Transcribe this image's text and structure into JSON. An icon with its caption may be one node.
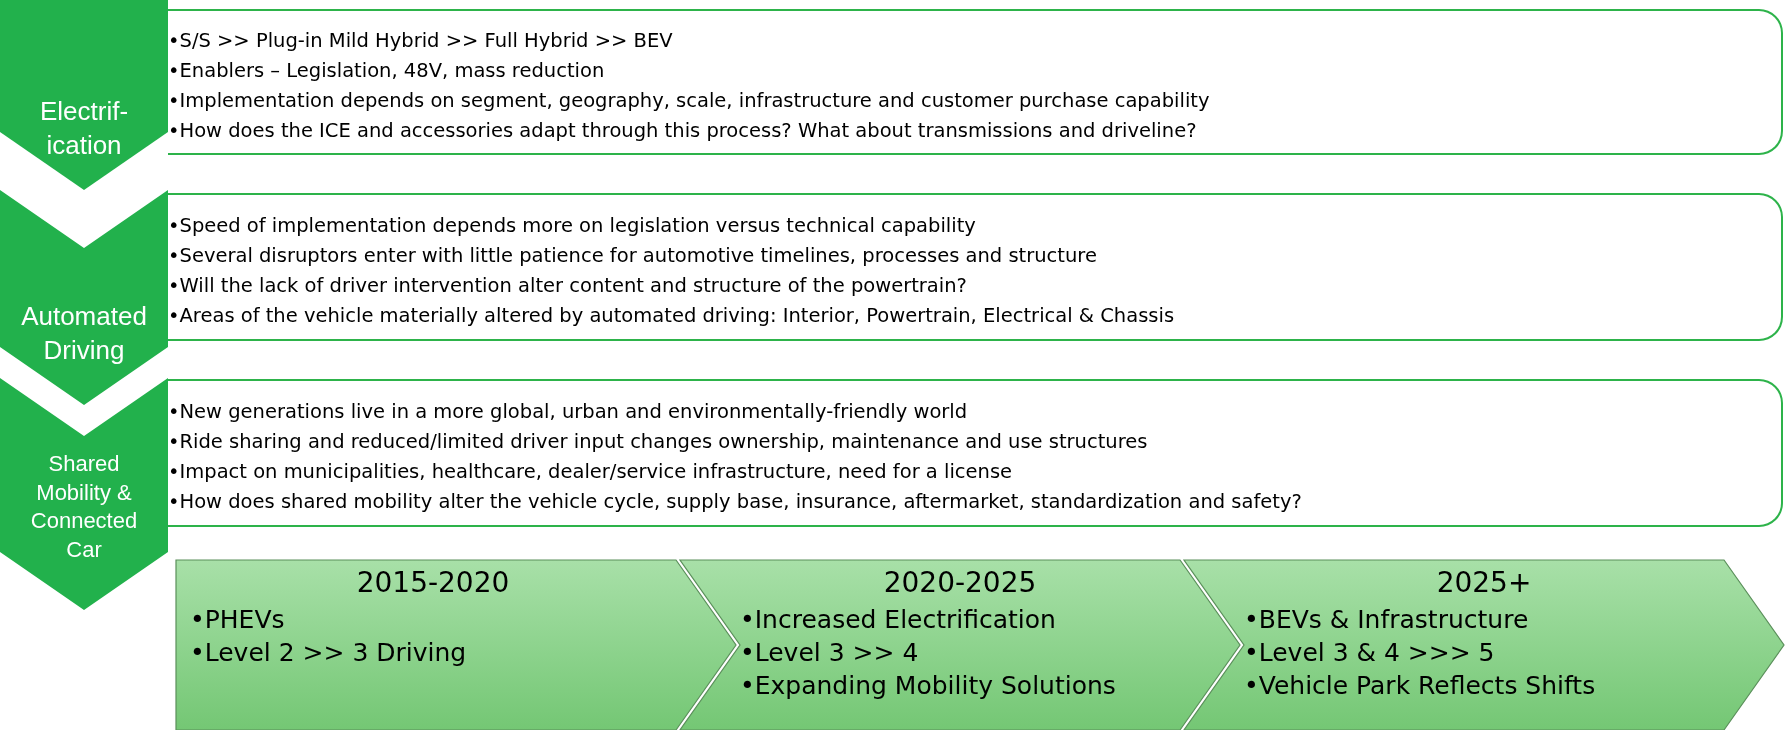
{
  "diagram": {
    "nodes": [
      {
        "text": [
          "Electrif-ication"
        ]
      },
      {
        "text": [
          "•S/S >> Plug-in Mild Hybrid >> Full Hybrid >> BEV",
          "•Enablers – Legislation, 48V, mass reduction",
          "•Implementation depends on segment, geography, scale, infrastructure and customer purchase capability",
          "•How does the ICE and accessories adapt through this process?  What about transmissions and driveline?"
        ]
      },
      {
        "text": [
          "Automated Driving"
        ]
      },
      {
        "text": [
          "•Speed of implementation depends more on legislation versus technical capability",
          "•Several disruptors enter with little patience for automotive timelines, processes and structure",
          "•Will the lack of driver intervention alter content and structure of the powertrain?",
          "•Areas of the vehicle materially altered by automated driving: Interior, Powertrain, Electrical & Chassis"
        ]
      },
      {
        "text": [
          "Shared Mobility & Connected Car"
        ]
      },
      {
        "text": [
          "•New generations live in a more global, urban and environmentally-friendly world",
          "•Ride sharing and reduced/limited driver input changes ownership, maintenance and use structures",
          "•Impact on municipalities, healthcare, dealer/service infrastructure, need for a license",
          "•How does shared mobility alter the vehicle cycle, supply base, insurance, aftermarket, standardization and safety?"
        ]
      },
      {
        "text": [
          "2015-2020",
          "•PHEVs",
          "•Level 2 >> 3 Driving"
        ]
      },
      {
        "text": [
          "2020-2025",
          "•Increased Electrification",
          "•Level 3 >> 4",
          "•Expanding Mobility Solutions"
        ]
      },
      {
        "text": [
          "2025+",
          "•BEVs & Infrastructure",
          "•Level 3 & 4 >>> 5",
          "•Vehicle Park Reflects Shifts"
        ]
      }
    ],
    "edges": []
  }
}
